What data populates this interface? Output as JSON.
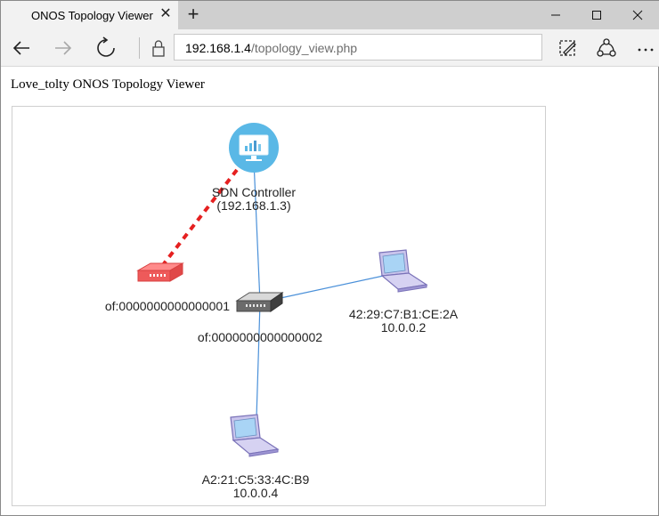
{
  "browser": {
    "tab_title": "ONOS Topology Viewer",
    "address_host": "192.168.1.4",
    "address_path": "/topology_view.php"
  },
  "page": {
    "title": "Love_tolty ONOS Topology Viewer"
  },
  "topology": {
    "controller": {
      "name": "SDN Controller",
      "ip": "(192.168.1.3)"
    },
    "switches": [
      {
        "id": "of:0000000000000001",
        "status": "disconnected",
        "color": "#ee5a5a"
      },
      {
        "id": "of:0000000000000002",
        "status": "connected",
        "color": "#6b6b6b"
      }
    ],
    "hosts": [
      {
        "mac": "42:29:C7:B1:CE:2A",
        "ip": "10.0.0.2"
      },
      {
        "mac": "A2:21:C5:33:4C:B9",
        "ip": "10.0.0.4"
      }
    ],
    "link_color": "#4a90d9",
    "broken_link_color": "#e52020"
  },
  "icons": {
    "back": "back-arrow-icon",
    "forward": "forward-arrow-icon",
    "refresh": "refresh-icon",
    "lock": "lock-icon",
    "notes": "web-note-icon",
    "share": "share-icon",
    "more": "more-icon"
  }
}
